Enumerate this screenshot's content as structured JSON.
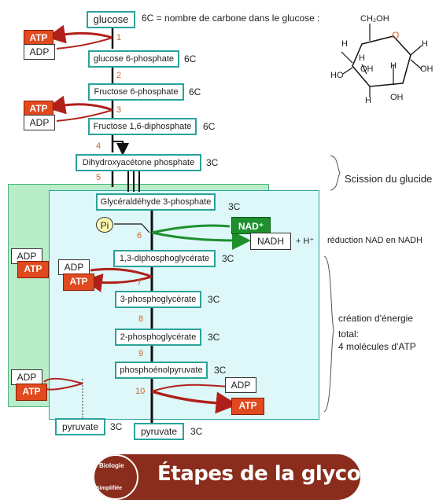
{
  "steps": {
    "glucose": "glucose",
    "glucose_desc": "6C = nombre de carbone dans le glucose :",
    "g6p": "glucose 6-phosphate",
    "f6p": "Fructose 6-phosphate",
    "f16dp": "Fructose 1,6-diphosphate",
    "dhap": "Dihydroxyacétone phosphate",
    "g3p": "Glycéraldéhyde 3-phosphate",
    "bpg": "1,3-diphosphoglycérate",
    "pg3": "3-phosphoglycérate",
    "pg2": "2-phosphoglycérate",
    "pep": "phosphoénolpyruvate",
    "pyruvate": "pyruvate"
  },
  "carbons": {
    "c6": "6C",
    "c3": "3C"
  },
  "numbers": [
    "1",
    "2",
    "3",
    "4",
    "5",
    "6",
    "7",
    "8",
    "9",
    "10"
  ],
  "cofactors": {
    "atp": "ATP",
    "adp": "ADP",
    "nad": "NAD⁺",
    "nadh": "NADH",
    "h": "+ H⁺",
    "pi": "Pi"
  },
  "annotations": {
    "scission": "Scission du glucide",
    "reduction": "réduction NAD en NADH",
    "creation_1": "création d'énergie",
    "creation_2": "total:",
    "creation_3": "4 molécules d'ATP"
  },
  "structure": {
    "ch2oh": "CH₂OH",
    "o": "O",
    "h": "H",
    "oh": "OH",
    "ho": "HO"
  },
  "footer": {
    "title": "Étapes de la glycolyse",
    "badge_top": "Biologie",
    "badge_bottom": "Simplifiée"
  },
  "colors": {
    "teal": "#2aa39a",
    "atp_red": "#e04a1e",
    "arrow_red": "#b0201a",
    "nad_green": "#1f8f2e",
    "footer_brown": "#8a2d1c"
  }
}
